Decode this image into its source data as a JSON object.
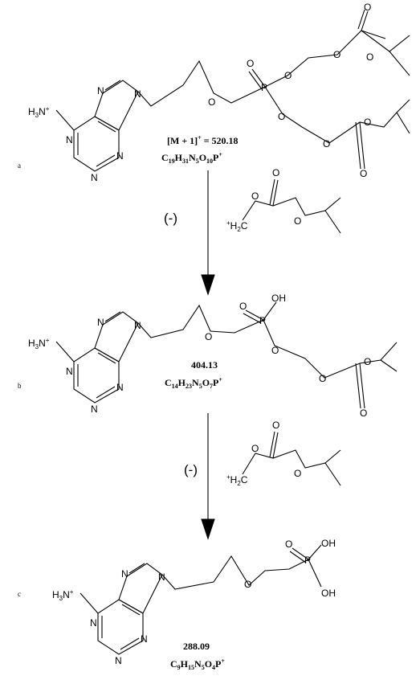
{
  "panels": [
    {
      "letter": "a",
      "mass": "[M + 1]",
      "mass_sup": "+",
      "mass_value": " = 520.18",
      "formula": [
        [
          "C",
          ""
        ],
        [
          "19",
          "sub"
        ],
        [
          "H",
          ""
        ],
        [
          "31",
          "sub"
        ],
        [
          "N",
          ""
        ],
        [
          "5",
          "sub"
        ],
        [
          "O",
          ""
        ],
        [
          "10",
          "sub"
        ],
        [
          "P",
          ""
        ],
        [
          "+",
          "sup"
        ]
      ]
    },
    {
      "letter": "b",
      "mass_value": "404.13",
      "formula": [
        [
          "C",
          ""
        ],
        [
          "14",
          "sub"
        ],
        [
          "H",
          ""
        ],
        [
          "23",
          "sub"
        ],
        [
          "N",
          ""
        ],
        [
          "5",
          "sub"
        ],
        [
          "O",
          ""
        ],
        [
          "7",
          "sub"
        ],
        [
          "P",
          ""
        ],
        [
          "+",
          "sup"
        ]
      ]
    },
    {
      "letter": "c",
      "mass_value": "288.09",
      "formula": [
        [
          "C",
          ""
        ],
        [
          "9",
          "sub"
        ],
        [
          "H",
          ""
        ],
        [
          "15",
          "sub"
        ],
        [
          "N",
          ""
        ],
        [
          "5",
          "sub"
        ],
        [
          "O",
          ""
        ],
        [
          "4",
          "sub"
        ],
        [
          "P",
          ""
        ],
        [
          "+",
          "sup"
        ]
      ]
    }
  ],
  "atoms": {
    "nitrogen": "N",
    "oxygen": "O",
    "phosphorus": "P",
    "hydroxyl": "OH",
    "amine": "H3N",
    "amine_charge": "+",
    "methylene": "H2C",
    "methylene_charge": "+"
  },
  "losses": [
    {
      "sign": "(-)"
    },
    {
      "sign": "(-)"
    }
  ]
}
